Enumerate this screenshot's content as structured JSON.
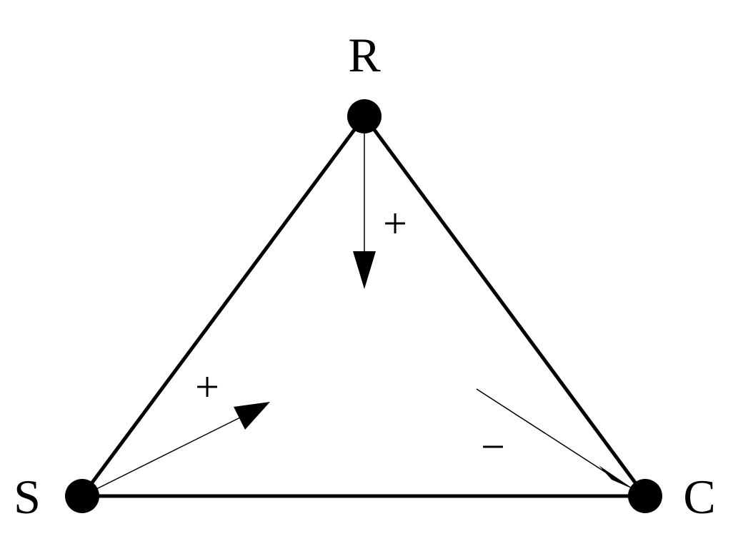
{
  "nodes": {
    "r": {
      "label": "R"
    },
    "s": {
      "label": "S"
    },
    "c": {
      "label": "C"
    }
  },
  "arrows": {
    "r_down": {
      "sign": "+"
    },
    "s_inward": {
      "sign": "+"
    },
    "to_c": {
      "sign": "−"
    }
  },
  "colors": {
    "ink": "#000000",
    "background": "#ffffff"
  }
}
